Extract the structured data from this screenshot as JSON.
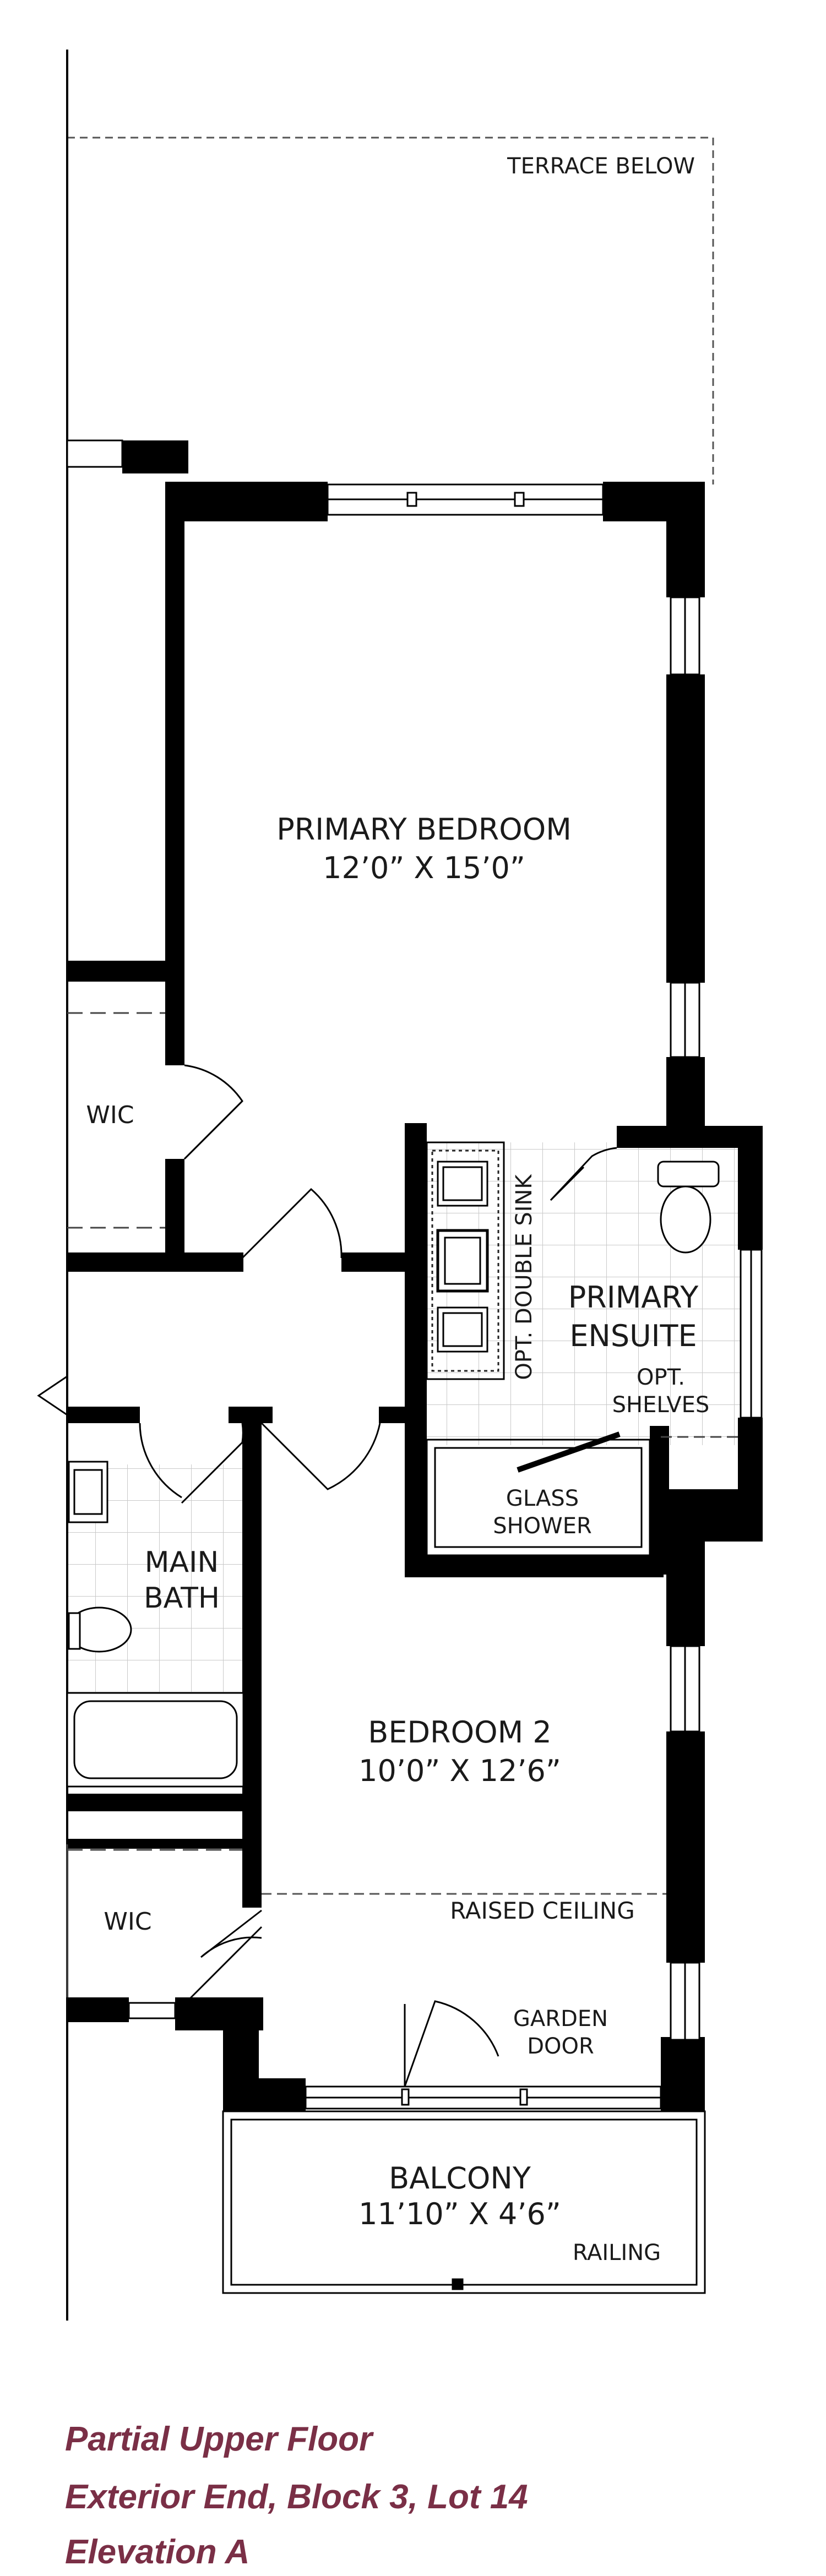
{
  "labels": {
    "terrace": "TERRACE BELOW",
    "primary_bedroom": {
      "name": "PRIMARY BEDROOM",
      "dim": "12’0” X 15’0”"
    },
    "wic_upper": "WIC",
    "opt_double_sink": "OPT. DOUBLE SINK",
    "primary_ensuite": {
      "line1": "PRIMARY",
      "line2": "ENSUITE"
    },
    "opt_shelves": {
      "line1": "OPT.",
      "line2": "SHELVES"
    },
    "glass_shower": {
      "line1": "GLASS",
      "line2": "SHOWER"
    },
    "main_bath": {
      "line1": "MAIN",
      "line2": "BATH"
    },
    "bedroom2": {
      "name": "BEDROOM 2",
      "dim": "10’0” X 12’6”"
    },
    "wic_lower": "WIC",
    "raised_ceiling": "RAISED CEILING",
    "garden_door": {
      "line1": "GARDEN",
      "line2": "DOOR"
    },
    "balcony": {
      "name": "BALCONY",
      "dim": "11’10” X 4’6”"
    },
    "railing": "RAILING"
  },
  "caption": {
    "line1": "Partial Upper Floor",
    "line2": "Exterior End, Block 3, Lot 14",
    "line3": "Elevation A"
  },
  "colors": {
    "wall": "#000000",
    "caption": "#7a2f46",
    "tile": "#c9c9c9"
  }
}
